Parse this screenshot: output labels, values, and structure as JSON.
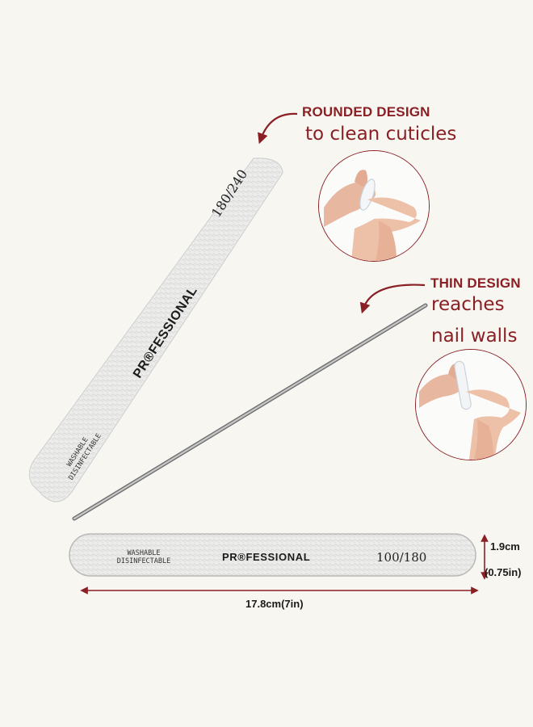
{
  "callouts": {
    "rounded": {
      "title": "ROUNDED DESIGN",
      "text": "to clean cuticles"
    },
    "thin": {
      "title": "THIN DESIGN",
      "line1": "reaches",
      "line2": "nail walls"
    }
  },
  "files": {
    "diagonal": {
      "grit": "180/240",
      "brand": "PR®FESSIONAL",
      "care_line1": "WASHABLE",
      "care_line2": "DISINFECTABLE"
    },
    "horizontal": {
      "grit": "100/180",
      "brand": "PR®FESSIONAL",
      "care_line1": "WASHABLE",
      "care_line2": "DISINFECTABLE"
    }
  },
  "dimensions": {
    "length": "17.8cm(7in)",
    "width_cm": "1.9cm",
    "width_in": "(0.75in)"
  },
  "colors": {
    "accent": "#8a1f24",
    "file_body": "#ebebea",
    "background": "#f7f6f1"
  }
}
